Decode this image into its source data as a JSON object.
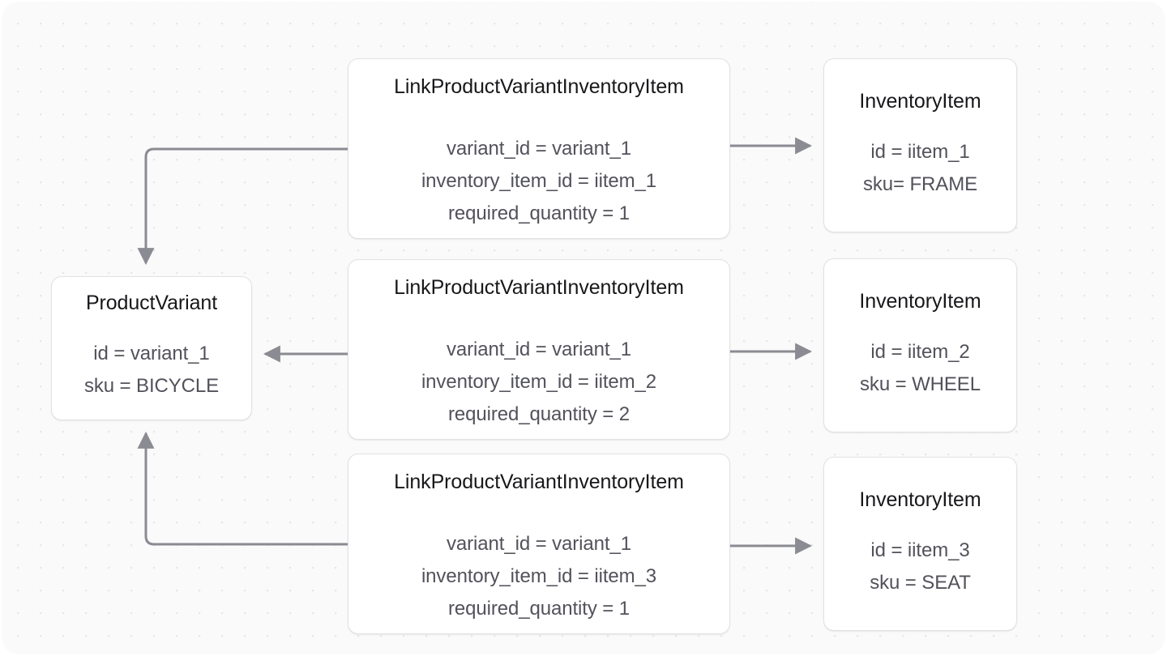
{
  "canvas": {
    "background_color": "#fafafa",
    "grid_dot_color": "#e7e7ea",
    "edge_color": "#8b8b93"
  },
  "nodes": {
    "product_variant": {
      "title": "ProductVariant",
      "attrs": [
        "id = variant_1",
        "sku = BICYCLE"
      ]
    },
    "links": [
      {
        "title": "LinkProductVariantInventoryItem",
        "attrs": [
          "variant_id = variant_1",
          "inventory_item_id = iitem_1",
          "required_quantity = 1"
        ]
      },
      {
        "title": "LinkProductVariantInventoryItem",
        "attrs": [
          "variant_id = variant_1",
          "inventory_item_id = iitem_2",
          "required_quantity = 2"
        ]
      },
      {
        "title": "LinkProductVariantInventoryItem",
        "attrs": [
          "variant_id = variant_1",
          "inventory_item_id = iitem_3",
          "required_quantity = 1"
        ]
      }
    ],
    "inventory_items": [
      {
        "title": "InventoryItem",
        "attrs": [
          "id = iitem_1",
          "sku= FRAME"
        ]
      },
      {
        "title": "InventoryItem",
        "attrs": [
          "id = iitem_2",
          "sku = WHEEL"
        ]
      },
      {
        "title": "InventoryItem",
        "attrs": [
          "id = iitem_3",
          "sku = SEAT"
        ]
      }
    ]
  }
}
